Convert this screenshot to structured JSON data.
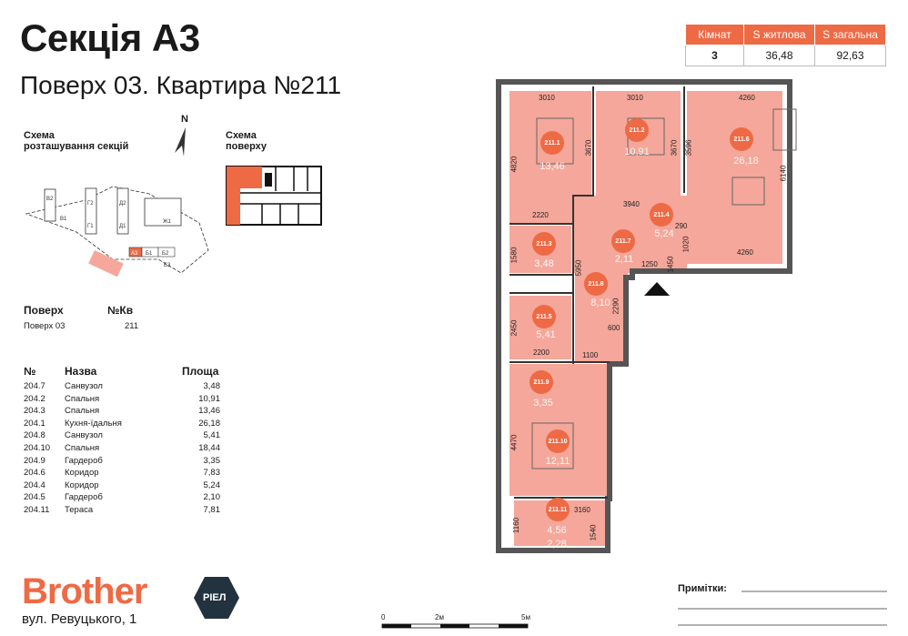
{
  "header": {
    "title": "Секція А3",
    "subtitle": "Поверх 03. Квартира №211"
  },
  "stats": {
    "headers": [
      "Кімнат",
      "S житлова",
      "S загальна"
    ],
    "values": [
      "3",
      "36,48",
      "92,63"
    ]
  },
  "schemes": {
    "sections_title": "Схема\nрозташування секцій",
    "floor_title": "Схема\nповерху",
    "north": "N",
    "section_labels": [
      "В2",
      "В1",
      "Г2",
      "Г1",
      "Д2",
      "Д1",
      "Ж1",
      "А3",
      "Б1",
      "Б2",
      "Б3"
    ]
  },
  "floor_info": {
    "floor_header": "Поверх",
    "apt_header": "№Кв",
    "floor_value": "Поверх 03",
    "apt_value": "211"
  },
  "rooms_table": {
    "headers": [
      "№",
      "Назва",
      "Площа"
    ],
    "rows": [
      [
        "204.7",
        "Санвузол",
        "3,48"
      ],
      [
        "204.2",
        "Спальня",
        "10,91"
      ],
      [
        "204.3",
        "Спальня",
        "13,46"
      ],
      [
        "204.1",
        "Кухня-їдальня",
        "26,18"
      ],
      [
        "204.8",
        "Санвузол",
        "5,41"
      ],
      [
        "204.10",
        "Спальня",
        "18,44"
      ],
      [
        "204.9",
        "Гардероб",
        "3,35"
      ],
      [
        "204.6",
        "Коридор",
        "7,83"
      ],
      [
        "204.4",
        "Коридор",
        "5,24"
      ],
      [
        "204.5",
        "Гардероб",
        "2,10"
      ],
      [
        "204.11",
        "Тераса",
        "7,81"
      ]
    ]
  },
  "plan": {
    "rooms": [
      {
        "id": "211.1",
        "area": "13,46"
      },
      {
        "id": "211.2",
        "area": "10,91"
      },
      {
        "id": "211.6",
        "area": "26,18"
      },
      {
        "id": "211.4",
        "area": "5,24"
      },
      {
        "id": "211.3",
        "area": "3,48"
      },
      {
        "id": "211.7",
        "area": "2,11"
      },
      {
        "id": "211.8",
        "area": "8,10"
      },
      {
        "id": "211.5",
        "area": "5,41"
      },
      {
        "id": "211.9",
        "area": "3,35"
      },
      {
        "id": "211.10",
        "area": "12,11"
      },
      {
        "id": "211.11",
        "area": "4,56",
        "area2": "2,28"
      }
    ],
    "dims": [
      "3010",
      "3010",
      "4260",
      "4820",
      "3670",
      "3670",
      "3596",
      "6140",
      "2220",
      "3940",
      "290",
      "1580",
      "5950",
      "1450",
      "1250",
      "1020",
      "4260",
      "2290",
      "600",
      "2450",
      "2200",
      "1100",
      "4470",
      "3160",
      "1160",
      "1540"
    ]
  },
  "footer": {
    "brand": "Brother",
    "badge": "РІЕЛ",
    "address": "вул. Ревуцького, 1",
    "scale": [
      "0",
      "2м",
      "5м"
    ],
    "notes_label": "Примітки:"
  },
  "colors": {
    "accent": "#ee6a45",
    "room_fill": "#f4a79a"
  }
}
